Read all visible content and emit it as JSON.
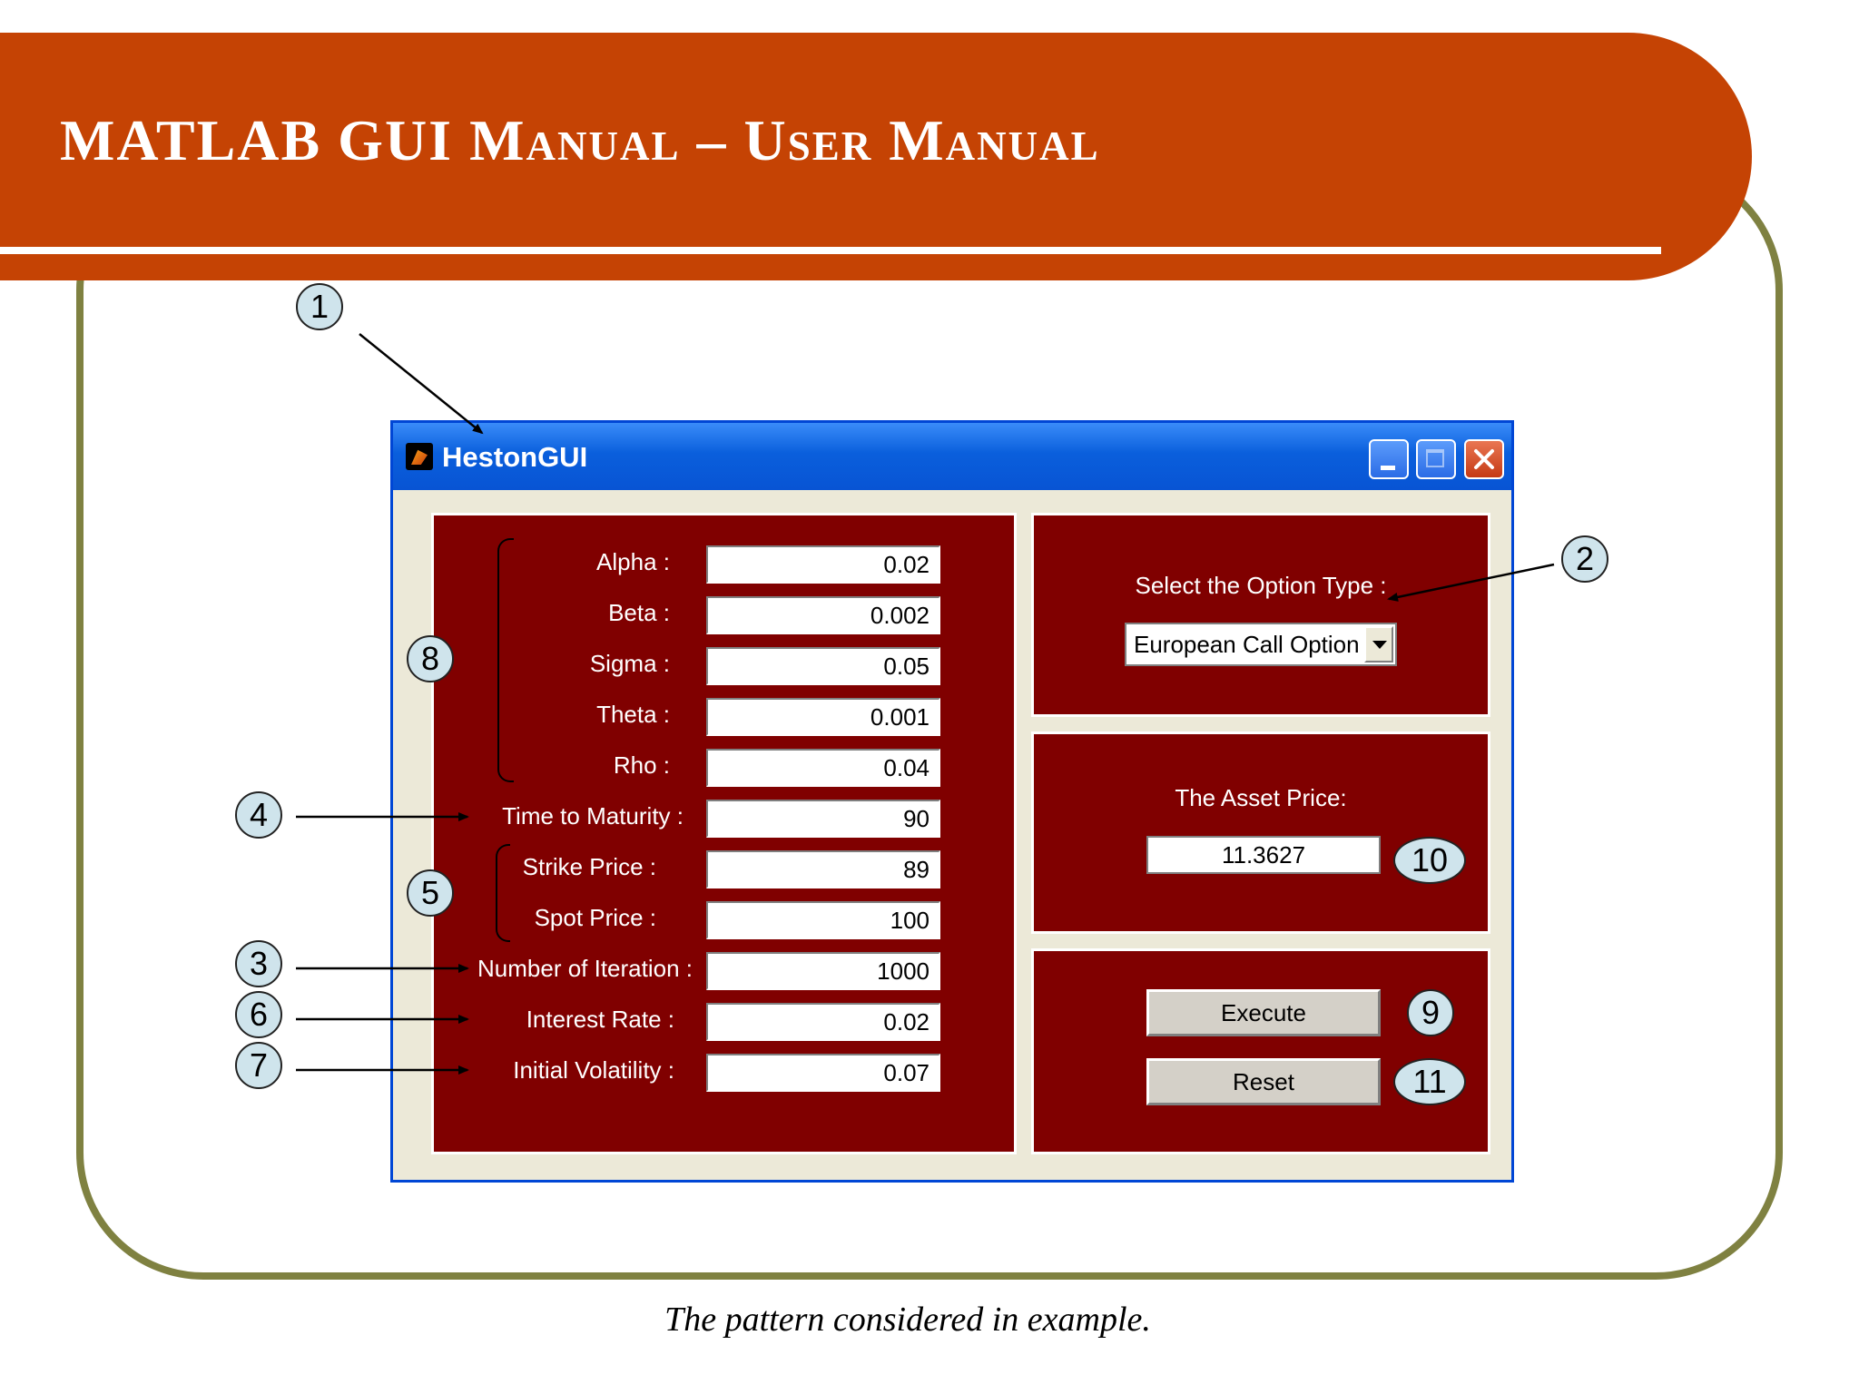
{
  "slide": {
    "title": "MATLAB GUI Manual – User Manual",
    "caption": "The pattern considered in example."
  },
  "window": {
    "title": "HestonGUI"
  },
  "parameters": [
    {
      "label": "Alpha :",
      "value": "0.02"
    },
    {
      "label": "Beta :",
      "value": "0.002"
    },
    {
      "label": "Sigma :",
      "value": "0.05"
    },
    {
      "label": "Theta :",
      "value": "0.001"
    },
    {
      "label": "Rho :",
      "value": "0.04"
    },
    {
      "label": "Time to Maturity :",
      "value": "90"
    },
    {
      "label": "Strike Price :",
      "value": "89"
    },
    {
      "label": "Spot Price :",
      "value": "100"
    },
    {
      "label": "Number of Iteration :",
      "value": "1000"
    },
    {
      "label": "Interest Rate :",
      "value": "0.02"
    },
    {
      "label": "Initial Volatility :",
      "value": "0.07"
    }
  ],
  "option_panel": {
    "label": "Select the Option Type :",
    "selected": "European Call Option"
  },
  "asset_panel": {
    "label": "The Asset Price:",
    "value": "11.3627"
  },
  "buttons": {
    "execute": "Execute",
    "reset": "Reset"
  },
  "callouts": {
    "c1": "1",
    "c2": "2",
    "c3": "3",
    "c4": "4",
    "c5": "5",
    "c6": "6",
    "c7": "7",
    "c8": "8",
    "c9": "9",
    "c10": "10",
    "c11": "11"
  },
  "colors": {
    "banner": "#c54304",
    "frame": "#7f8141",
    "panel": "#800000",
    "titlebar": "#0a5fdc",
    "callout_fill": "#cfe4ec"
  }
}
